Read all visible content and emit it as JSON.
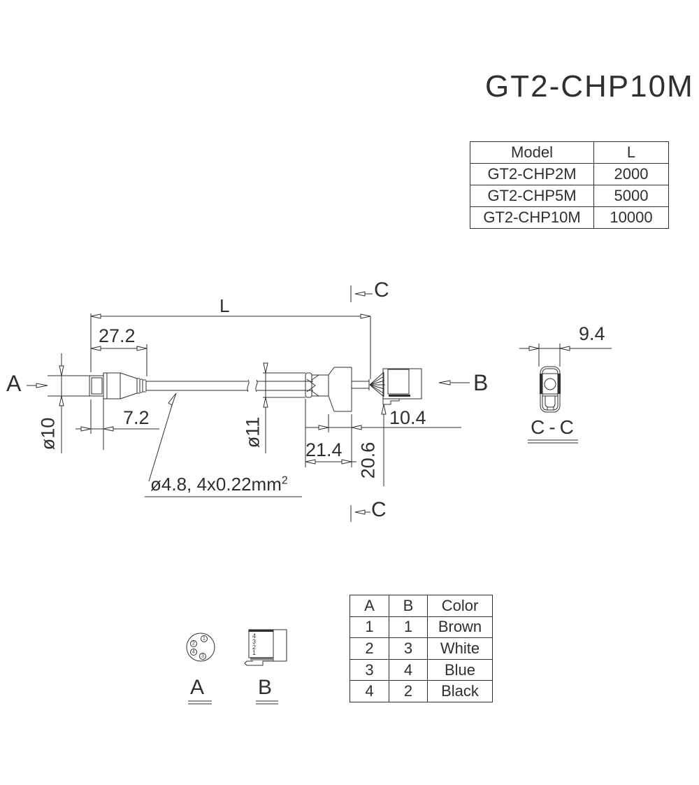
{
  "title": "GT2-CHP10M",
  "colors": {
    "ink": "#2f2f2f",
    "background": "#ffffff"
  },
  "model_table": {
    "header": {
      "model": "Model",
      "length": "L"
    },
    "rows": [
      {
        "model": "GT2-CHP2M",
        "length": "2000"
      },
      {
        "model": "GT2-CHP5M",
        "length": "5000"
      },
      {
        "model": "GT2-CHP10M",
        "length": "10000"
      }
    ]
  },
  "drawing": {
    "overall_length_label": "L",
    "dims": {
      "connector_a_length": "27.2",
      "connector_a_tip": "7.2",
      "connector_a_diameter": "ø10",
      "bushing_diameter": "ø11",
      "boot_length": "21.4",
      "boot_flare_length": "10.4",
      "plug_height": "20.6",
      "section_width": "9.4",
      "cable_spec": "ø4.8, 4x0.22mm",
      "cable_spec_exponent": "2"
    },
    "views": {
      "a": "A",
      "b": "B",
      "c_top": "C",
      "c_bottom": "C",
      "section": "C-C"
    }
  },
  "pinout": {
    "connector_a": {
      "label": "A",
      "pins": [
        "1",
        "2",
        "4",
        "3"
      ]
    },
    "connector_b": {
      "label": "B",
      "pins": [
        "4",
        "3",
        "2",
        "1"
      ]
    },
    "table": {
      "header": {
        "a": "A",
        "b": "B",
        "color": "Color"
      },
      "rows": [
        {
          "a": "1",
          "b": "1",
          "color": "Brown"
        },
        {
          "a": "2",
          "b": "3",
          "color": "White"
        },
        {
          "a": "3",
          "b": "4",
          "color": "Blue"
        },
        {
          "a": "4",
          "b": "2",
          "color": "Black"
        }
      ]
    }
  }
}
